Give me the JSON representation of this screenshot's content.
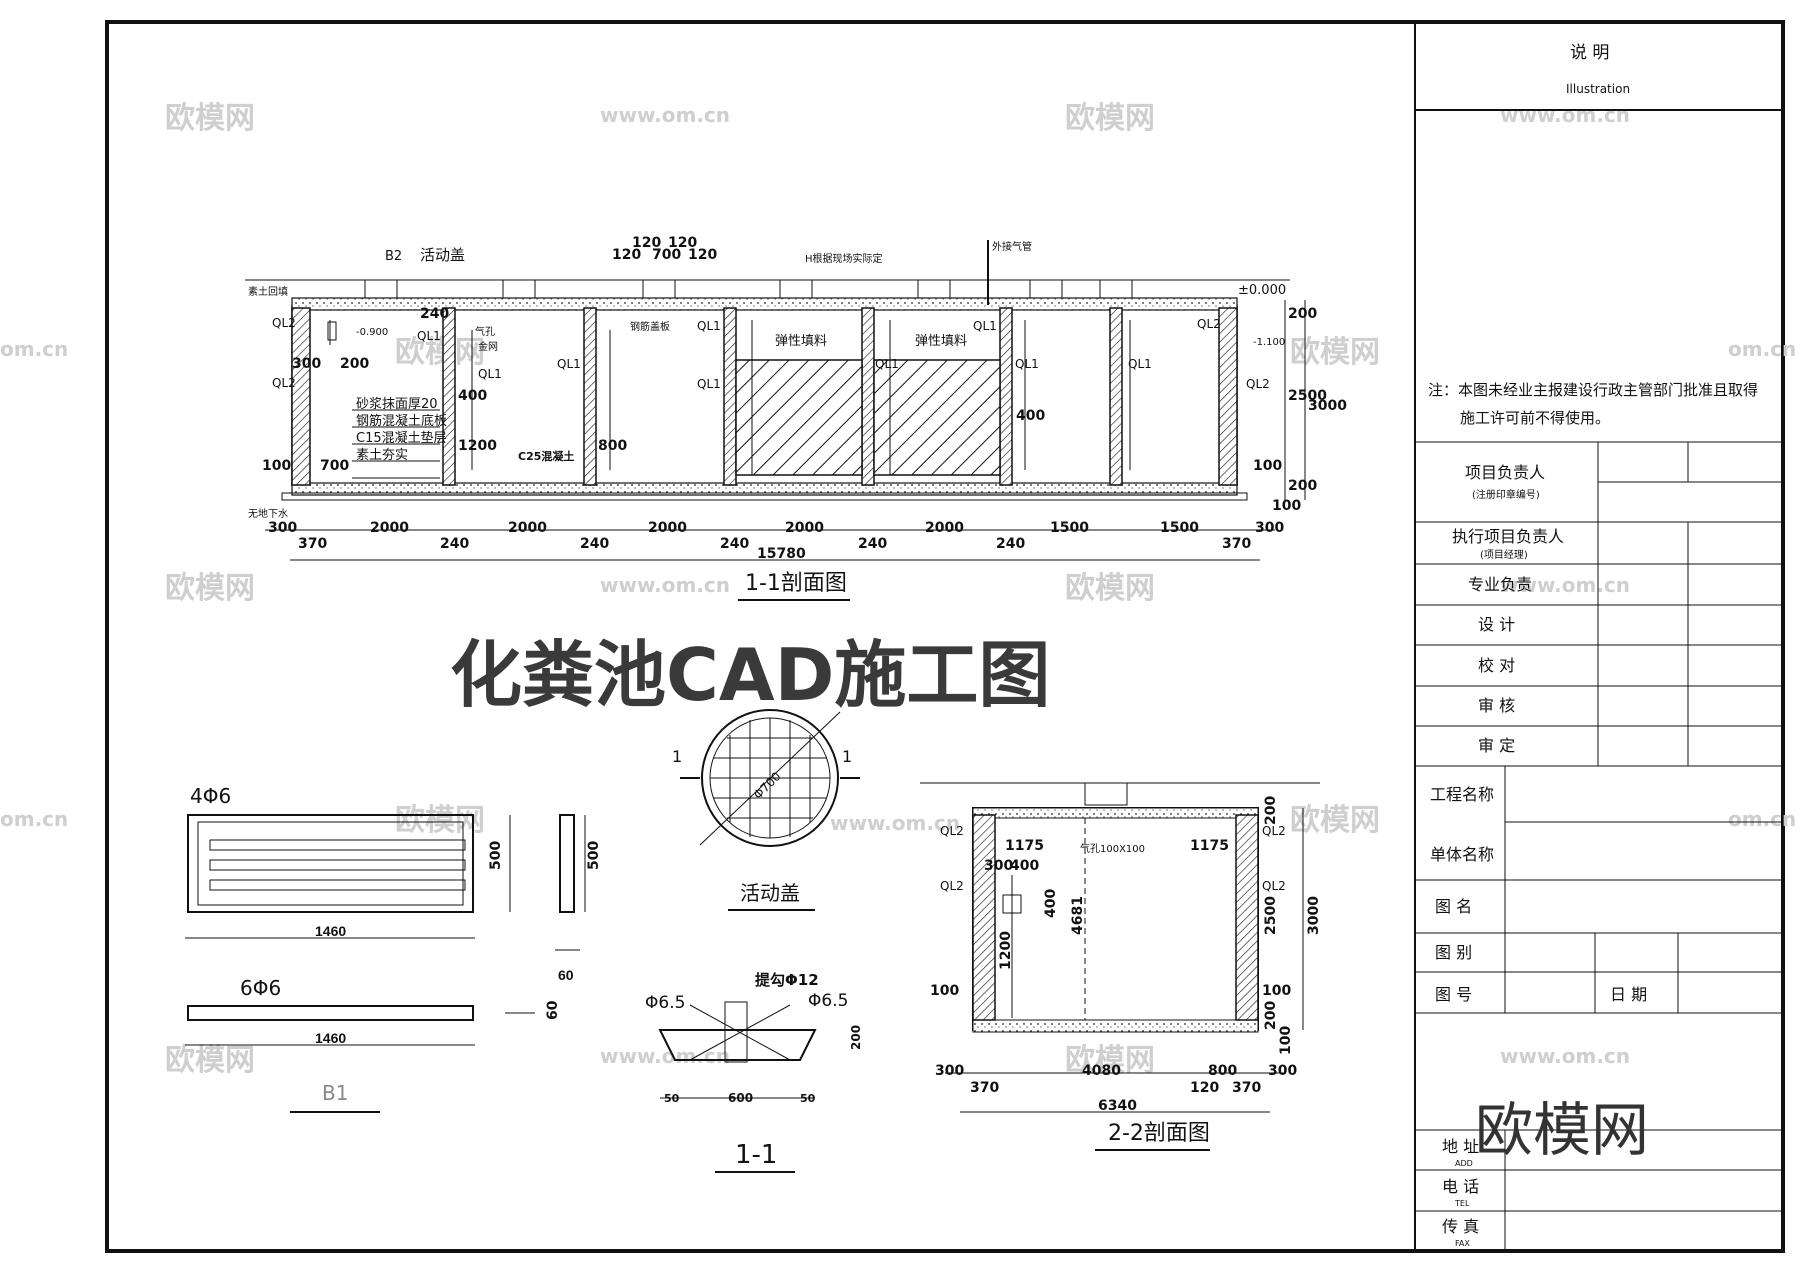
{
  "main_title": "化粪池CAD施工图",
  "watermark": {
    "brand": "欧模网",
    "url": "www.om.cn",
    "partial_url": "om.cn"
  },
  "section_1_1": {
    "caption": "1-1剖面图",
    "labels": {
      "movable_cover": "活动盖",
      "b2": "B2",
      "backfill": "素土回填",
      "h_note": "H根据现场实际定",
      "vent_pipe": "外接气管",
      "elev_0": "±0.000",
      "elev_neg_09": "-0.900",
      "elev_neg_11": "-1.100",
      "infill_1": "弹性填料",
      "infill_2": "弹性填料",
      "rebar_note": "钢筋盖板",
      "vent": "气孔",
      "hole": "金网",
      "c25_note": "C25混凝土",
      "no_groundwater": "无地下水"
    },
    "layers": [
      "砂浆抹面厚20",
      "钢筋混凝土底板",
      "C15混凝土垫层",
      "素土夯实"
    ],
    "ql_labels": [
      "QL2",
      "QL1",
      "QL1",
      "QL1",
      "QL1",
      "QL1",
      "QL1",
      "QL1",
      "QL1",
      "QL1",
      "QL2",
      "QL2",
      "QL2"
    ],
    "top_dims": [
      "120",
      "120",
      "700",
      "120",
      "120"
    ],
    "side_dims": [
      "240",
      "300",
      "200",
      "100",
      "700",
      "400",
      "1200",
      "800",
      "400",
      "100"
    ],
    "right_dims": [
      "200",
      "2500",
      "200",
      "100",
      "3000"
    ],
    "bottom_dims": [
      "300",
      "370",
      "2000",
      "240",
      "2000",
      "240",
      "2000",
      "240",
      "2000",
      "240",
      "2000",
      "240",
      "1500",
      "1500",
      "370",
      "300"
    ],
    "total_dim": "15780"
  },
  "cover_plan": {
    "caption": "活动盖",
    "diameter": "Φ700",
    "cut_left": "1",
    "cut_right": "1"
  },
  "b1_detail": {
    "caption": "B1",
    "rebar_top": "4Φ6",
    "rebar_side": "6Φ6",
    "dims": [
      "500",
      "1460",
      "500",
      "60",
      "1460",
      "60"
    ]
  },
  "detail_1_1": {
    "caption": "1-1",
    "labels": [
      "Φ6.5",
      "提勾Φ12",
      "Φ6.5"
    ],
    "dims": [
      "200",
      "50",
      "600",
      "50"
    ]
  },
  "section_2_2": {
    "caption": "2-2剖面图",
    "labels": [
      "QL2",
      "QL2",
      "QL2",
      "QL2",
      "气孔100X100"
    ],
    "dims": [
      "1175",
      "1175",
      "300",
      "400",
      "400",
      "4681",
      "1200",
      "100",
      "100",
      "200",
      "2500",
      "200",
      "100",
      "3000"
    ],
    "bottom_dims": [
      "300",
      "370",
      "4080",
      "120",
      "800",
      "370",
      "300"
    ],
    "total_dim": "6340"
  },
  "title_block": {
    "heading": "说  明",
    "heading_en": "Illustration",
    "note_line1": "注：本图未经业主报建设行政主管部门批准且取得",
    "note_line2": "施工许可前不得使用。",
    "rows": [
      {
        "label": "项目负责人",
        "sub": "(注册印章编号)"
      },
      {
        "label": "执行项目负责人",
        "sub": "(项目经理)"
      },
      {
        "label": "专业负责",
        "sub": ""
      },
      {
        "label": "设  计",
        "sub": ""
      },
      {
        "label": "校  对",
        "sub": ""
      },
      {
        "label": "审  核",
        "sub": ""
      },
      {
        "label": "审  定",
        "sub": ""
      }
    ],
    "project_name": "工程名称",
    "unit_name": "单体名称",
    "drawing_name": "图  名",
    "drawing_class": "图  别",
    "drawing_no": "图  号",
    "date": "日    期",
    "address": "地  址",
    "address_en": "ADD",
    "tel": "电  话",
    "tel_en": "TEL",
    "fax": "传  真",
    "fax_en": "FAX"
  }
}
